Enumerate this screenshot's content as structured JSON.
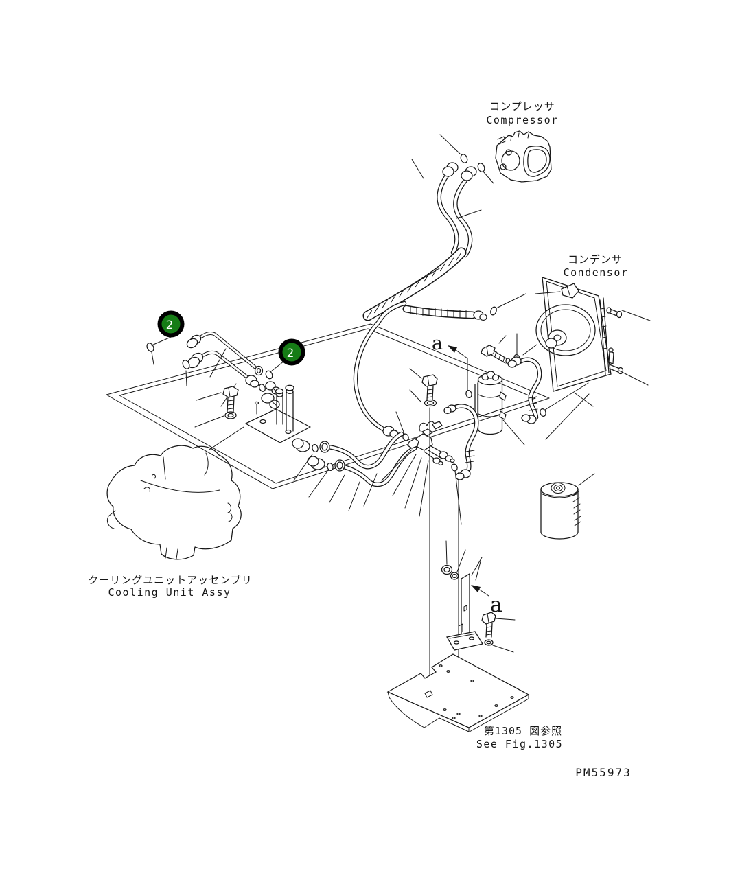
{
  "page": {
    "background_color": "#ffffff",
    "line_color": "#161616"
  },
  "figure": {
    "drawing_number": "PM55973",
    "components": {
      "compressor": {
        "label_jp": "コンプレッサ",
        "label_en": "Compressor"
      },
      "condensor": {
        "label_jp": "コンデンサ",
        "label_en": "Condensor"
      },
      "cooling_unit": {
        "label_jp": "クーリングユニットアッセンブリ",
        "label_en": "Cooling Unit Assy"
      },
      "reference": {
        "label_jp": "第1305 図参照",
        "label_en": "See Fig.1305"
      }
    },
    "view_labels": {
      "a1": "a",
      "a2": "a"
    },
    "callouts": {
      "c1": {
        "label": "2"
      },
      "c2": {
        "label": "2"
      },
      "fill_color": "#167c16",
      "ring_color": "#000000",
      "text_color": "#ffffff"
    }
  }
}
